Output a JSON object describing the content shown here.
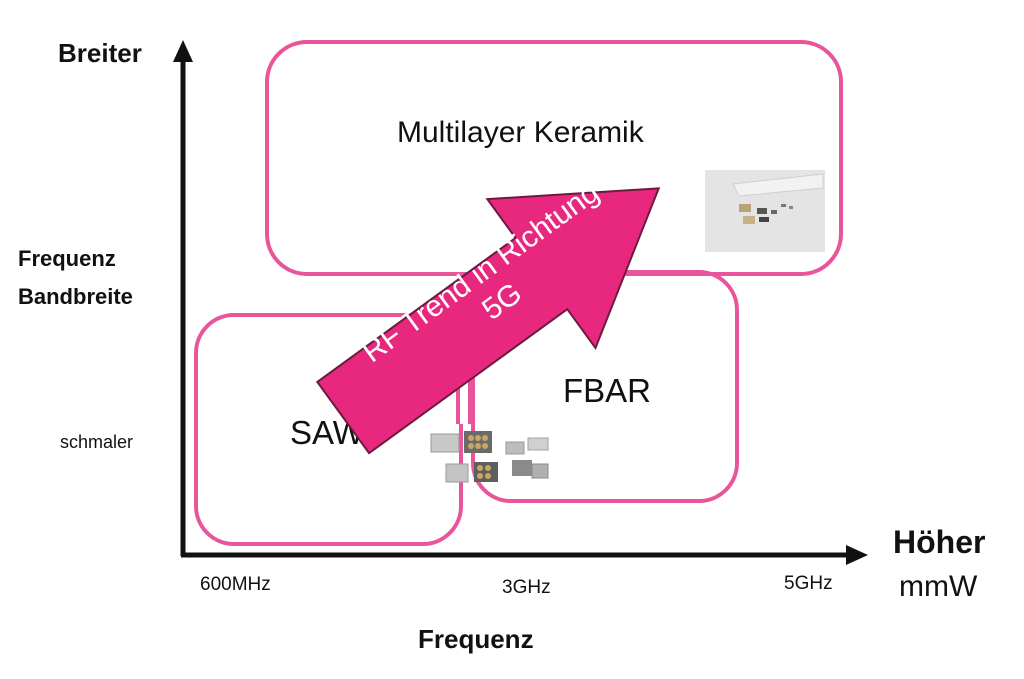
{
  "axes": {
    "y_top_label": "Breiter",
    "y_mid_label_line1": "Frequenz",
    "y_mid_label_line2": "Bandbreite",
    "y_low_label": "schmaler",
    "x_ticks": [
      "600MHz",
      "3GHz",
      "5GHz"
    ],
    "x_high_label_line1": "Höher",
    "x_high_label_line2": "mmW",
    "x_axis_label": "Frequenz"
  },
  "regions": {
    "multilayer": "Multilayer Keramik",
    "fbar": "FBAR",
    "saw": "SAW"
  },
  "arrow": {
    "line1": "RF Trend in Richtung",
    "line2": "5G"
  },
  "colors": {
    "accent": "#e8559b",
    "arrow_fill": "#e8287f",
    "axis": "#111111"
  }
}
